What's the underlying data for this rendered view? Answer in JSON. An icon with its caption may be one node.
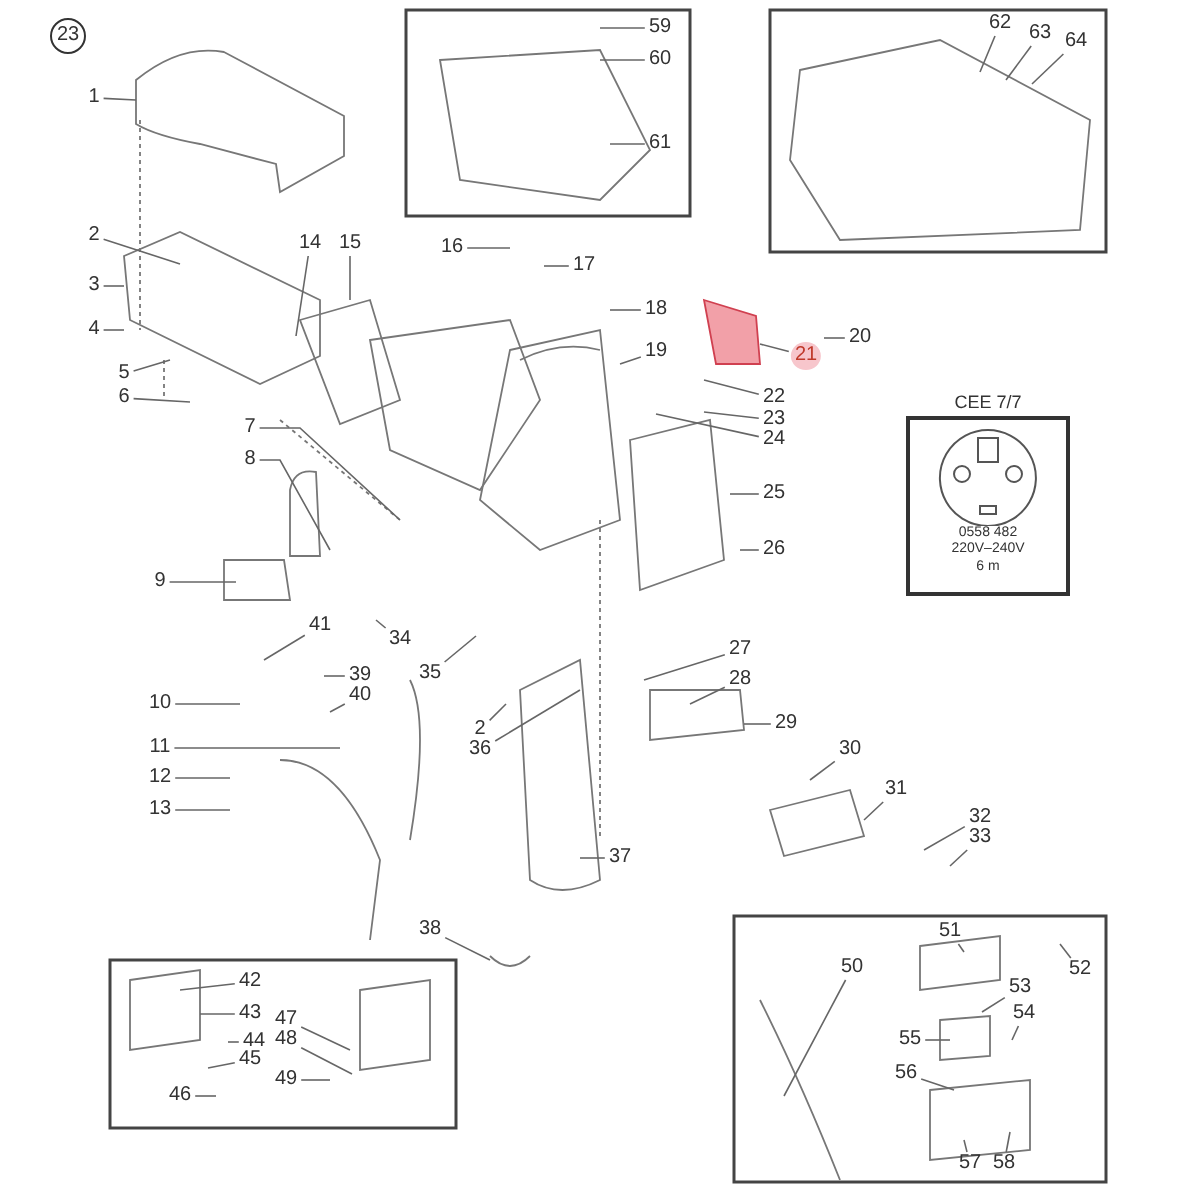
{
  "diagram": {
    "nodes": [
      {
        "text": [
          "23"
        ]
      },
      {
        "text": [
          "59"
        ]
      },
      {
        "text": [
          "60"
        ]
      },
      {
        "text": [
          "61"
        ]
      },
      {
        "text": [
          "62"
        ]
      },
      {
        "text": [
          "63"
        ]
      },
      {
        "text": [
          "64"
        ]
      },
      {
        "text": [
          "1"
        ]
      },
      {
        "text": [
          "2"
        ]
      },
      {
        "text": [
          "3"
        ]
      },
      {
        "text": [
          "4"
        ]
      },
      {
        "text": [
          "5"
        ]
      },
      {
        "text": [
          "6"
        ]
      },
      {
        "text": [
          "14"
        ]
      },
      {
        "text": [
          "15"
        ]
      },
      {
        "text": [
          "16"
        ]
      },
      {
        "text": [
          "17"
        ]
      },
      {
        "text": [
          "18"
        ]
      },
      {
        "text": [
          "19"
        ]
      },
      {
        "text": [
          "20"
        ]
      },
      {
        "text": [
          "21"
        ]
      },
      {
        "text": [
          "22"
        ]
      },
      {
        "text": [
          "23"
        ]
      },
      {
        "text": [
          "24"
        ]
      },
      {
        "text": [
          "25"
        ]
      },
      {
        "text": [
          "26"
        ]
      },
      {
        "text": [
          "7"
        ]
      },
      {
        "text": [
          "8"
        ]
      },
      {
        "text": [
          "9"
        ]
      },
      {
        "text": [
          "10"
        ]
      },
      {
        "text": [
          "11"
        ]
      },
      {
        "text": [
          "12"
        ]
      },
      {
        "text": [
          "13"
        ]
      },
      {
        "text": [
          "41"
        ]
      },
      {
        "text": [
          "34"
        ]
      },
      {
        "text": [
          "35"
        ]
      },
      {
        "text": [
          "39"
        ]
      },
      {
        "text": [
          "40"
        ]
      },
      {
        "text": [
          "2"
        ]
      },
      {
        "text": [
          "36"
        ]
      },
      {
        "text": [
          "27"
        ]
      },
      {
        "text": [
          "28"
        ]
      },
      {
        "text": [
          "29"
        ]
      },
      {
        "text": [
          "30"
        ]
      },
      {
        "text": [
          "31"
        ]
      },
      {
        "text": [
          "32"
        ]
      },
      {
        "text": [
          "33"
        ]
      },
      {
        "text": [
          "37"
        ]
      },
      {
        "text": [
          "38"
        ]
      },
      {
        "text": [
          "42"
        ]
      },
      {
        "text": [
          "43"
        ]
      },
      {
        "text": [
          "44"
        ]
      },
      {
        "text": [
          "45"
        ]
      },
      {
        "text": [
          "46"
        ]
      },
      {
        "text": [
          "47"
        ]
      },
      {
        "text": [
          "48"
        ]
      },
      {
        "text": [
          "49"
        ]
      },
      {
        "text": [
          "50"
        ]
      },
      {
        "text": [
          "51"
        ]
      },
      {
        "text": [
          "52"
        ]
      },
      {
        "text": [
          "53"
        ]
      },
      {
        "text": [
          "54"
        ]
      },
      {
        "text": [
          "55"
        ]
      },
      {
        "text": [
          "56"
        ]
      },
      {
        "text": [
          "57"
        ]
      },
      {
        "text": [
          "58"
        ]
      },
      {
        "text": [
          "CEE 7/7",
          "0558 482",
          "220V–240V",
          "6 m"
        ]
      }
    ],
    "edges": [
      {
        "from": 1,
        "to": null,
        "arrow": "none"
      },
      {
        "from": 2,
        "to": null,
        "arrow": "none"
      },
      {
        "from": 3,
        "to": null,
        "arrow": "none"
      },
      {
        "from": 4,
        "to": null,
        "arrow": "none"
      },
      {
        "from": 5,
        "to": null,
        "arrow": "none"
      },
      {
        "from": 6,
        "to": null,
        "arrow": "none"
      },
      {
        "from": 7,
        "to": null,
        "arrow": "none"
      },
      {
        "from": 8,
        "to": null,
        "arrow": "none"
      },
      {
        "from": 9,
        "to": null,
        "arrow": "none"
      },
      {
        "from": 10,
        "to": null,
        "arrow": "none"
      },
      {
        "from": 11,
        "to": null,
        "arrow": "none"
      },
      {
        "from": 12,
        "to": null,
        "arrow": "none"
      },
      {
        "from": 13,
        "to": null,
        "arrow": "none"
      },
      {
        "from": 14,
        "to": null,
        "arrow": "none"
      },
      {
        "from": 15,
        "to": null,
        "arrow": "none"
      },
      {
        "from": 16,
        "to": null,
        "arrow": "none"
      },
      {
        "from": 17,
        "to": null,
        "arrow": "none"
      },
      {
        "from": 18,
        "to": null,
        "arrow": "none"
      },
      {
        "from": 19,
        "to": null,
        "arrow": "none"
      },
      {
        "from": 20,
        "to": null,
        "arrow": "none"
      },
      {
        "from": 21,
        "to": null,
        "arrow": "none"
      },
      {
        "from": 22,
        "to": null,
        "arrow": "none"
      },
      {
        "from": 23,
        "to": null,
        "arrow": "none"
      },
      {
        "from": 24,
        "to": null,
        "arrow": "none"
      },
      {
        "from": 25,
        "to": null,
        "arrow": "none"
      },
      {
        "from": 26,
        "to": null,
        "arrow": "none"
      },
      {
        "from": 27,
        "to": null,
        "arrow": "none"
      },
      {
        "from": 28,
        "to": null,
        "arrow": "none"
      },
      {
        "from": 29,
        "to": null,
        "arrow": "none"
      },
      {
        "from": 30,
        "to": null,
        "arrow": "none"
      },
      {
        "from": 31,
        "to": null,
        "arrow": "none"
      },
      {
        "from": 32,
        "to": null,
        "arrow": "none"
      },
      {
        "from": 33,
        "to": null,
        "arrow": "none"
      },
      {
        "from": 34,
        "to": null,
        "arrow": "none"
      },
      {
        "from": 35,
        "to": null,
        "arrow": "none"
      },
      {
        "from": 36,
        "to": null,
        "arrow": "none"
      },
      {
        "from": 37,
        "to": null,
        "arrow": "none"
      },
      {
        "from": 38,
        "to": null,
        "arrow": "none"
      },
      {
        "from": 39,
        "to": null,
        "arrow": "none"
      },
      {
        "from": 40,
        "to": null,
        "arrow": "none"
      },
      {
        "from": 41,
        "to": null,
        "arrow": "none"
      },
      {
        "from": 42,
        "to": null,
        "arrow": "none"
      },
      {
        "from": 43,
        "to": null,
        "arrow": "none"
      },
      {
        "from": 44,
        "to": null,
        "arrow": "none"
      },
      {
        "from": 45,
        "to": null,
        "arrow": "none"
      },
      {
        "from": 46,
        "to": null,
        "arrow": "none"
      },
      {
        "from": 47,
        "to": null,
        "arrow": "none"
      },
      {
        "from": 48,
        "to": null,
        "arrow": "none"
      },
      {
        "from": 49,
        "to": null,
        "arrow": "none"
      },
      {
        "from": 50,
        "to": null,
        "arrow": "none"
      },
      {
        "from": 51,
        "to": null,
        "arrow": "none"
      },
      {
        "from": 52,
        "to": null,
        "arrow": "none"
      },
      {
        "from": 53,
        "to": null,
        "arrow": "none"
      },
      {
        "from": 54,
        "to": null,
        "arrow": "none"
      },
      {
        "from": 55,
        "to": null,
        "arrow": "none"
      },
      {
        "from": 56,
        "to": null,
        "arrow": "none"
      },
      {
        "from": 57,
        "to": null,
        "arrow": "none"
      },
      {
        "from": 58,
        "to": null,
        "arrow": "none"
      },
      {
        "from": 59,
        "to": null,
        "arrow": "none"
      },
      {
        "from": 60,
        "to": null,
        "arrow": "none"
      },
      {
        "from": 61,
        "to": null,
        "arrow": "none"
      },
      {
        "from": 62,
        "to": null,
        "arrow": "none"
      },
      {
        "from": 63,
        "to": null,
        "arrow": "none"
      },
      {
        "from": 64,
        "to": null,
        "arrow": "none"
      },
      {
        "from": 65,
        "to": null,
        "arrow": "none"
      }
    ]
  }
}
